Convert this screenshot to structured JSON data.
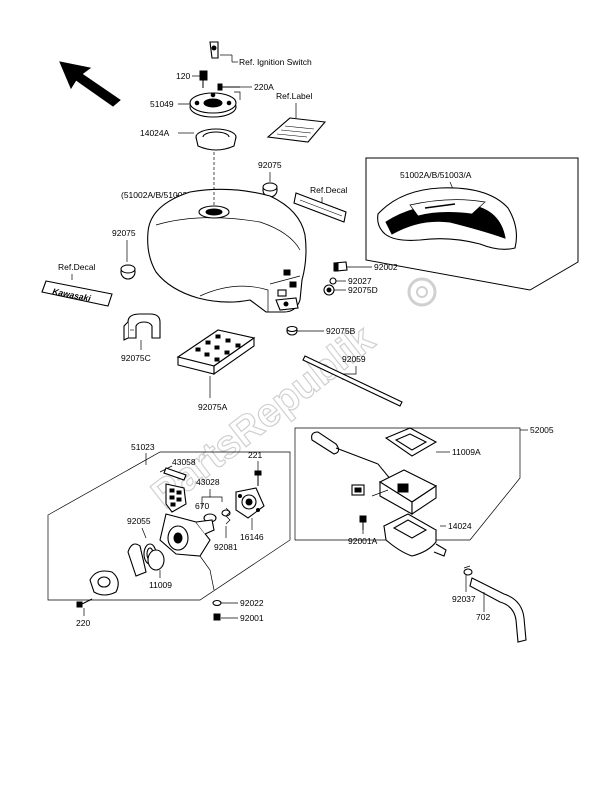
{
  "watermark": "PartsRepublik",
  "refs": {
    "ignition_switch": "Ref. Ignition Switch",
    "label": "Ref.Label",
    "decal_right": "Ref.Decal",
    "decal_left": "Ref.Decal",
    "tank": "(51002A/B/51003/A)",
    "tank_inset": "51002A/B/51003/A",
    "decal_text": "Kawasaki"
  },
  "parts": {
    "p120": "120",
    "p220A": "220A",
    "p51049": "51049",
    "p14024A": "14024A",
    "p92075": "92075",
    "p92075_left": "92075",
    "p92002": "92002",
    "p92027": "92027",
    "p92075D": "92075D",
    "p92075B": "92075B",
    "p92075C": "92075C",
    "p92059": "92059",
    "p92075A": "92075A",
    "p51023": "51023",
    "p43058": "43058",
    "p43028": "43028",
    "p221": "221",
    "p670": "670",
    "p92055": "92055",
    "p92081": "92081",
    "p16146": "16146",
    "p11009": "11009",
    "p220": "220",
    "p92022": "92022",
    "p92001": "92001",
    "p11009A": "11009A",
    "p52005": "52005",
    "p14024": "14024",
    "p92001A": "92001A",
    "p92037": "92037",
    "p702": "702"
  }
}
